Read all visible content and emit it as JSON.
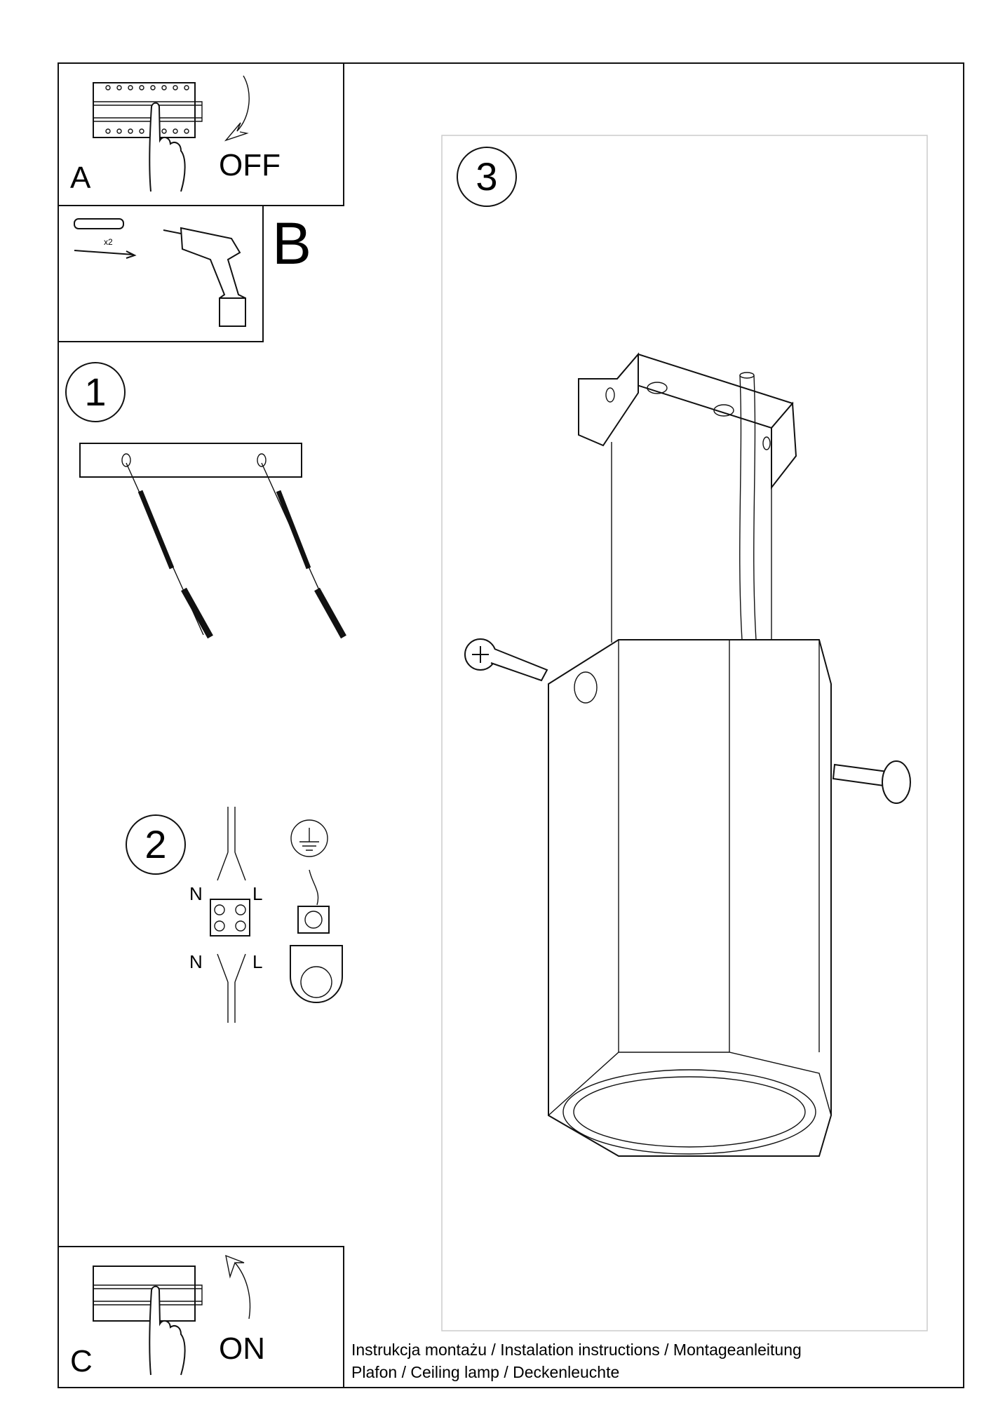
{
  "steps": {
    "a": {
      "letter": "A",
      "action": "OFF"
    },
    "b": {
      "letter": "B",
      "quantity": "x2"
    },
    "c": {
      "letter": "C",
      "action": "ON"
    },
    "step1": "1",
    "step2": "2",
    "step3": "3"
  },
  "wiring": {
    "n_top": "N",
    "l_top": "L",
    "n_bottom": "N",
    "l_bottom": "L"
  },
  "footer": {
    "line1": "Instrukcja montażu / Instalation instructions / Montageanleitung",
    "line2": "Plafon / Ceiling lamp / Deckenleuchte"
  }
}
